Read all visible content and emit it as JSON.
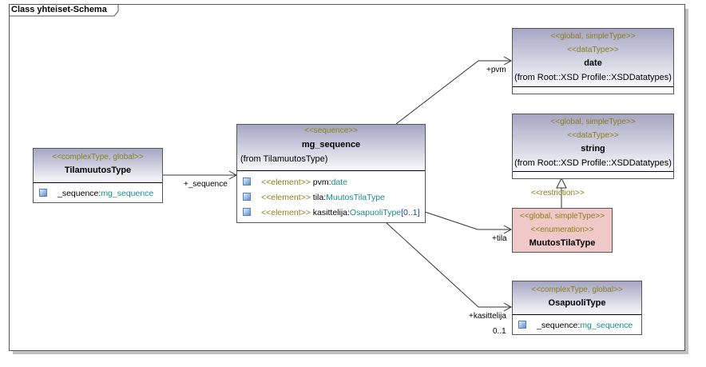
{
  "diagram": {
    "title": "Class yhteiset-Schema"
  },
  "classes": {
    "tilamuutos": {
      "stereotype": "<<complexType, global>>",
      "name": "TilamuutosType",
      "attributes": [
        {
          "name": "_sequence",
          "sep": ":",
          "type": "mg_sequence"
        }
      ]
    },
    "mg_sequence": {
      "stereotype": "<<sequence>>",
      "name": "mg_sequence",
      "from": "(from TilamuutosType)",
      "attributes": [
        {
          "stereotype": "<<element>>",
          "name": " pvm",
          "sep": ":",
          "type": "date",
          "mult": ""
        },
        {
          "stereotype": "<<element>>",
          "name": " tila",
          "sep": ":",
          "type": "MuutosTilaType",
          "mult": ""
        },
        {
          "stereotype": "<<element>>",
          "name": " kasittelija",
          "sep": ":",
          "type": "OsapuoliType",
          "mult": "[0..1]"
        }
      ]
    },
    "date": {
      "stereotype1": "<<global, simpleType>>",
      "stereotype2": "<<dataType>>",
      "name": "date",
      "from": "(from Root::XSD Profile::XSDDatatypes)"
    },
    "string": {
      "stereotype1": "<<global, simpleType>>",
      "stereotype2": "<<dataType>>",
      "name": "string",
      "from": "(from Root::XSD Profile::XSDDatatypes)"
    },
    "muutostila": {
      "stereotype1": "<<global, simpleType>>",
      "stereotype2": "<<enumeration>>",
      "name": "MuutosTilaType"
    },
    "osapuoli": {
      "stereotype": "<<complexType, global>>",
      "name": "OsapuoliType",
      "attributes": [
        {
          "name": "_sequence",
          "sep": ":",
          "type": "mg_sequence"
        }
      ]
    }
  },
  "connectors": {
    "sequence_role": "+_sequence",
    "pvm_role": "+pvm",
    "tila_role": "+tila",
    "kasittelija_role": "+kasittelija",
    "kasittelija_mult": "0..1",
    "restriction_label": "<<restriction>>"
  },
  "colors": {
    "header_gradient_top": "#a6a6c4",
    "header_gradient_bottom": "#f8f8fb",
    "enumeration_fill": "#f0c8c8",
    "stereotype_text": "#8a7e1a",
    "type_text": "#1a8a8a"
  }
}
